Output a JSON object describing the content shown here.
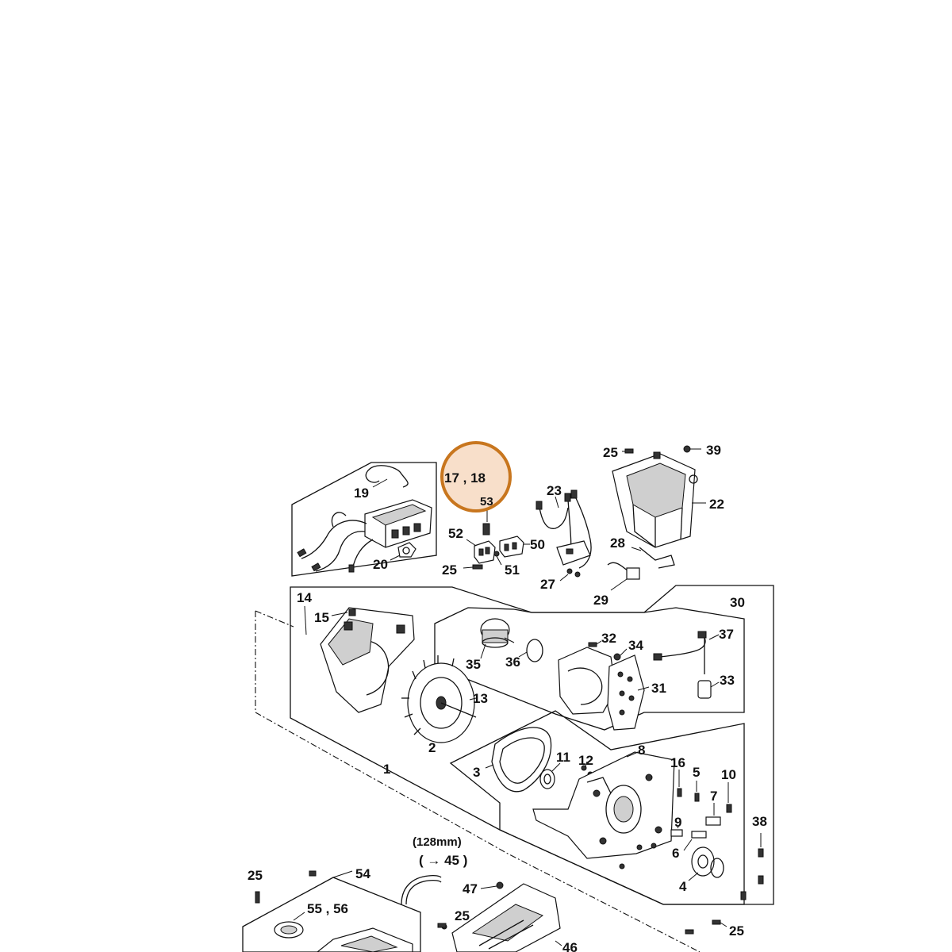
{
  "diagram": {
    "highlight_color": "#F3C9A6",
    "highlight_border": "#C8761E",
    "labels": {
      "p1": "1",
      "p2": "2",
      "p3": "3",
      "p4": "4",
      "p5": "5",
      "p6": "6",
      "p7": "7",
      "p8": "8",
      "p9": "9",
      "p10": "10",
      "p11": "11",
      "p12": "12",
      "p13": "13",
      "p14": "14",
      "p15": "15",
      "p16": "16",
      "p17_18": "17 , 18",
      "p19": "19",
      "p20": "20",
      "p22": "22",
      "p23": "23",
      "p25a": "25",
      "p25b": "25",
      "p25c": "25",
      "p25d": "25",
      "p25e": "25",
      "p27": "27",
      "p28": "28",
      "p29": "29",
      "p30": "30",
      "p31": "31",
      "p32": "32",
      "p33": "33",
      "p34": "34",
      "p35": "35",
      "p36": "36",
      "p37": "37",
      "p38": "38",
      "p39": "39",
      "p46": "46",
      "p47": "47",
      "p50": "50",
      "p51": "51",
      "p52": "52",
      "p53": "53",
      "p54": "54",
      "p55_56": "55 , 56",
      "p128": "(128mm)",
      "p45": "( → 45 )"
    }
  }
}
